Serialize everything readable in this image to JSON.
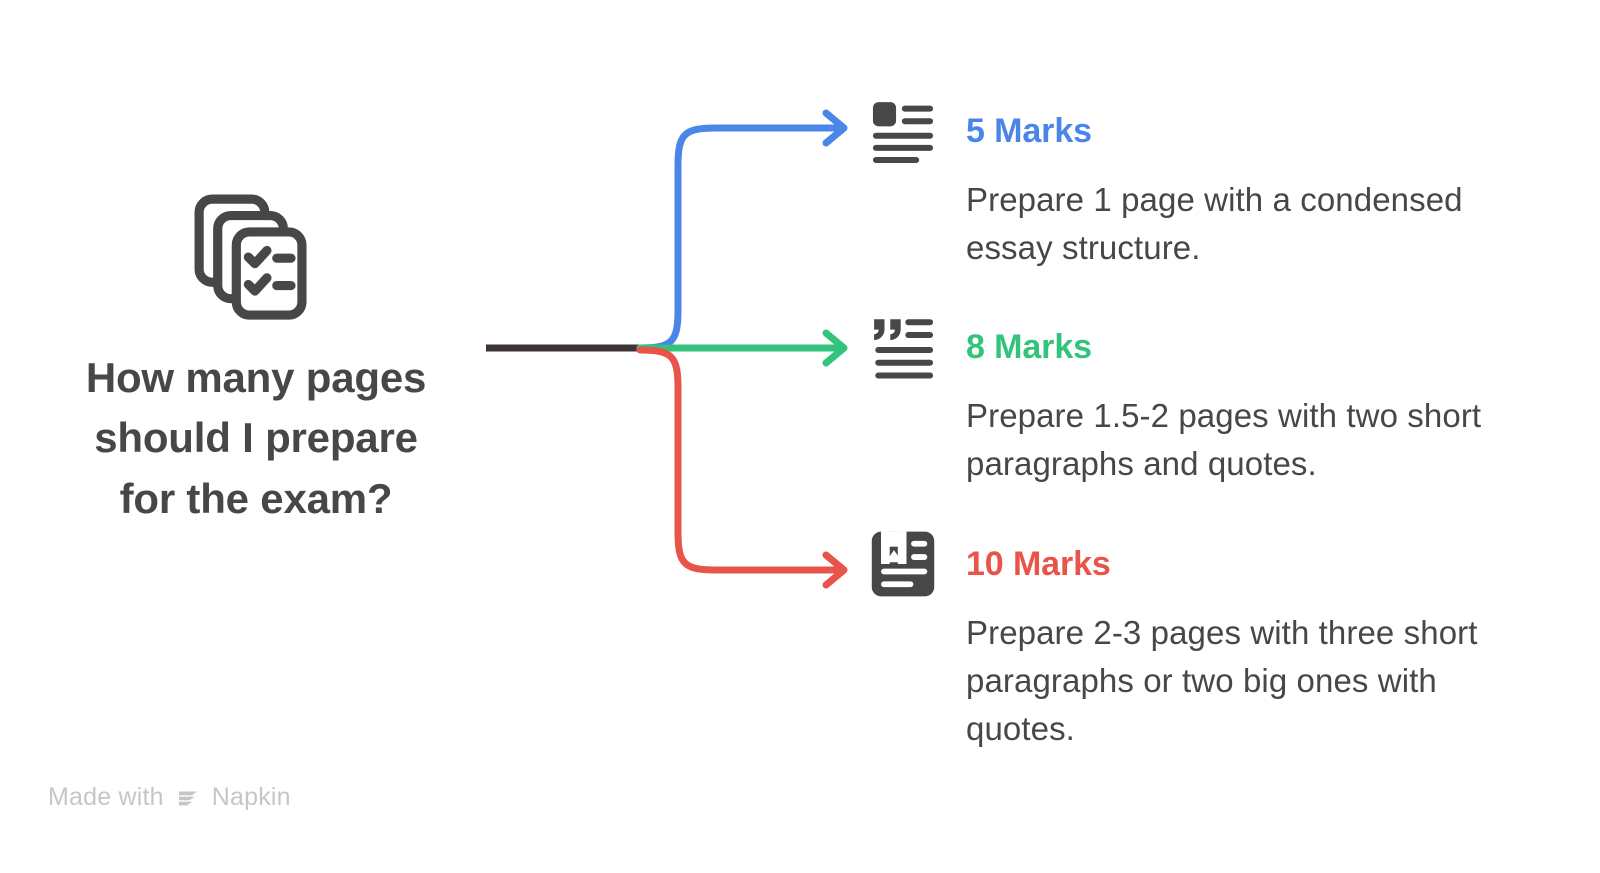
{
  "diagram": {
    "type": "branching-mindmap",
    "background": "#ffffff",
    "root": {
      "icon": "stacked-checklist-cards-icon",
      "title": "How many pages\nshould I prepare\nfor the exam?",
      "title_color": "#474747"
    },
    "branches": [
      {
        "id": "5-marks",
        "icon": "article-with-thumbnail-icon",
        "label": "5 Marks",
        "color": "#4a86e8",
        "body": "Prepare 1 page with a condensed essay structure."
      },
      {
        "id": "8-marks",
        "icon": "quote-with-lines-icon",
        "label": "8 Marks",
        "color": "#33c37d",
        "body": "Prepare 1.5-2 pages with two short paragraphs and quotes."
      },
      {
        "id": "10-marks",
        "icon": "filled-document-icon",
        "label": "10 Marks",
        "color": "#e85449",
        "body": "Prepare 2-3 pages with three short paragraphs or two big ones with quotes."
      }
    ],
    "connectors": {
      "trunk_color": "#3c3434",
      "branch_colors": [
        "#4a86e8",
        "#33c37d",
        "#e85449"
      ],
      "arrow_style": "open-chevron"
    }
  },
  "watermark": {
    "text": "Made with",
    "brand": "Napkin",
    "logo": "napkin-logo-icon",
    "color": "#c6c6c6"
  }
}
